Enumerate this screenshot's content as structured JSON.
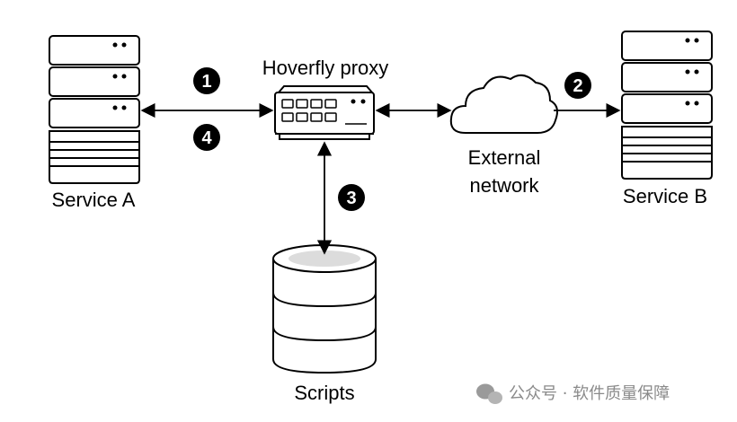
{
  "labels": {
    "service_a": "Service A",
    "service_b": "Service B",
    "proxy": "Hoverfly proxy",
    "external_line1": "External",
    "external_line2": "network",
    "scripts": "Scripts"
  },
  "steps": [
    "1",
    "2",
    "3",
    "4"
  ],
  "watermark": "公众号 · 软件质量保障",
  "colors": {
    "stroke": "#000000",
    "marker_fill": "#000000",
    "server_fill": "#ffffff",
    "watermark": "#8a8a8a"
  }
}
